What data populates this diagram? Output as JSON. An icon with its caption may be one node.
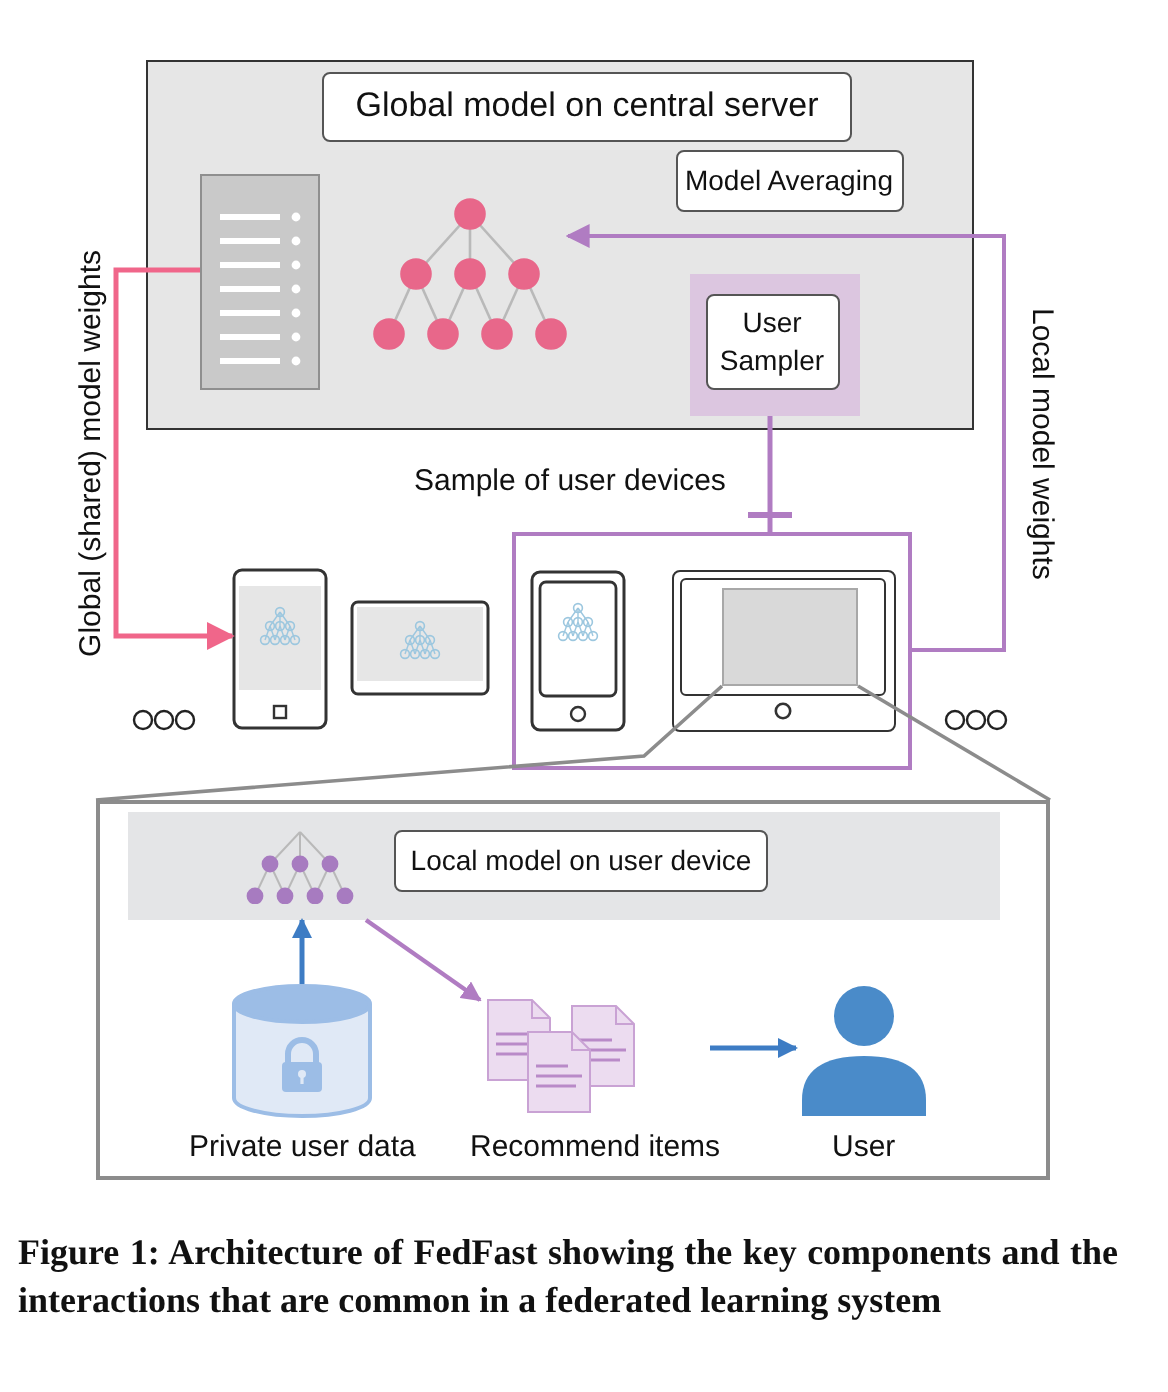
{
  "diagram": {
    "caption": "Figure 1: Architecture of FedFast showing the key components and the interactions that are common in a federated learning system",
    "nodes": [
      {
        "text": [
          "Global model on central server"
        ]
      },
      {
        "text": [
          "Model Averaging"
        ],
        "in": 0
      },
      {
        "text": [],
        "shape": "picture",
        "in": 0
      },
      {
        "text": [],
        "shape": "picture",
        "in": 0
      },
      {
        "text": [
          "User Sampler"
        ],
        "in": 0
      },
      {
        "text": [],
        "shape": "picture"
      },
      {
        "text": [],
        "shape": "picture"
      },
      {
        "text": [],
        "shape": "box"
      },
      {
        "text": [],
        "shape": "picture",
        "in": 7
      },
      {
        "text": [],
        "shape": "picture",
        "in": 7
      },
      {
        "text": [],
        "shape": "box",
        "in": 9
      },
      {
        "text": [],
        "shape": "box"
      },
      {
        "text": [
          "Local model on user device"
        ],
        "in": 11
      },
      {
        "text": [
          "Private user data"
        ],
        "in": 11
      },
      {
        "text": [
          "Recommend items"
        ],
        "in": 11
      },
      {
        "text": [
          "User"
        ],
        "in": 11
      }
    ],
    "edges": [
      {
        "from": 2,
        "to": 5,
        "arrow": "to",
        "label": "Global (shared) model weights",
        "color": "#f0668a"
      },
      {
        "from": 7,
        "to": 3,
        "arrow": "to",
        "label": "Local model weights"
      },
      {
        "from": 4,
        "to": 7,
        "arrow": "other",
        "label": "Sample of user devices"
      },
      {
        "from": 10,
        "to": 11,
        "arrow": "none",
        "color": "#8c8c8c"
      },
      {
        "from": 10,
        "to": 11,
        "arrow": "none",
        "color": "#8c8c8c"
      },
      {
        "from": 13,
        "to": 12,
        "arrow": "to",
        "color": "#3d7cc4"
      },
      {
        "from": 12,
        "to": 14,
        "arrow": "to"
      },
      {
        "from": 14,
        "to": 15,
        "arrow": "to",
        "color": "#3d7cc4"
      }
    ]
  }
}
